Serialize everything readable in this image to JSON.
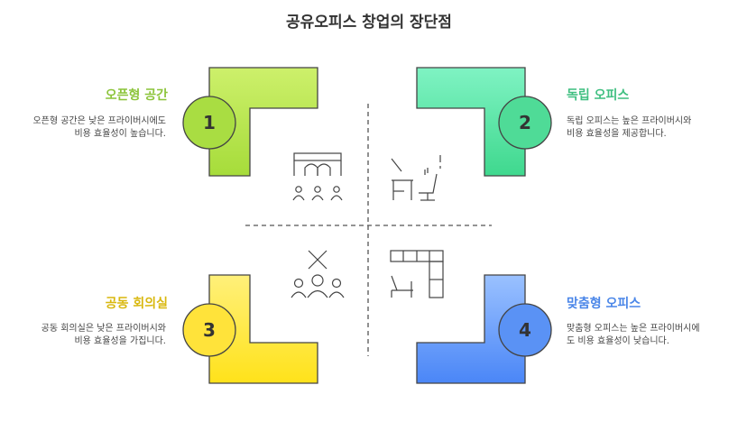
{
  "title": "공유오피스 창업의 장단점",
  "quadrants": [
    {
      "number": "1",
      "label": "오픈형 공간",
      "description": "오픈형 공간은 낮은 프라이버시에도 비용 효율성이 높습니다.",
      "color": "#9ad43c",
      "icon": "open-workspace-icon"
    },
    {
      "number": "2",
      "label": "독립 오피스",
      "description": "독립 오피스는 높은 프라이버시와 비용 효율성을 제공합니다.",
      "color": "#3fcf8e",
      "icon": "private-desk-icon"
    },
    {
      "number": "3",
      "label": "공동 회의실",
      "description": "공동 회의실은 낮은 프라이버시와 비용 효율성을 가집니다.",
      "color": "#e8c919",
      "icon": "meeting-group-icon"
    },
    {
      "number": "4",
      "label": "맞춤형 오피스",
      "description": "맞춤형 오피스는 높은 프라이버시에도 비용 효율성이 낮습니다.",
      "color": "#4a86e8",
      "icon": "custom-office-icon"
    }
  ]
}
